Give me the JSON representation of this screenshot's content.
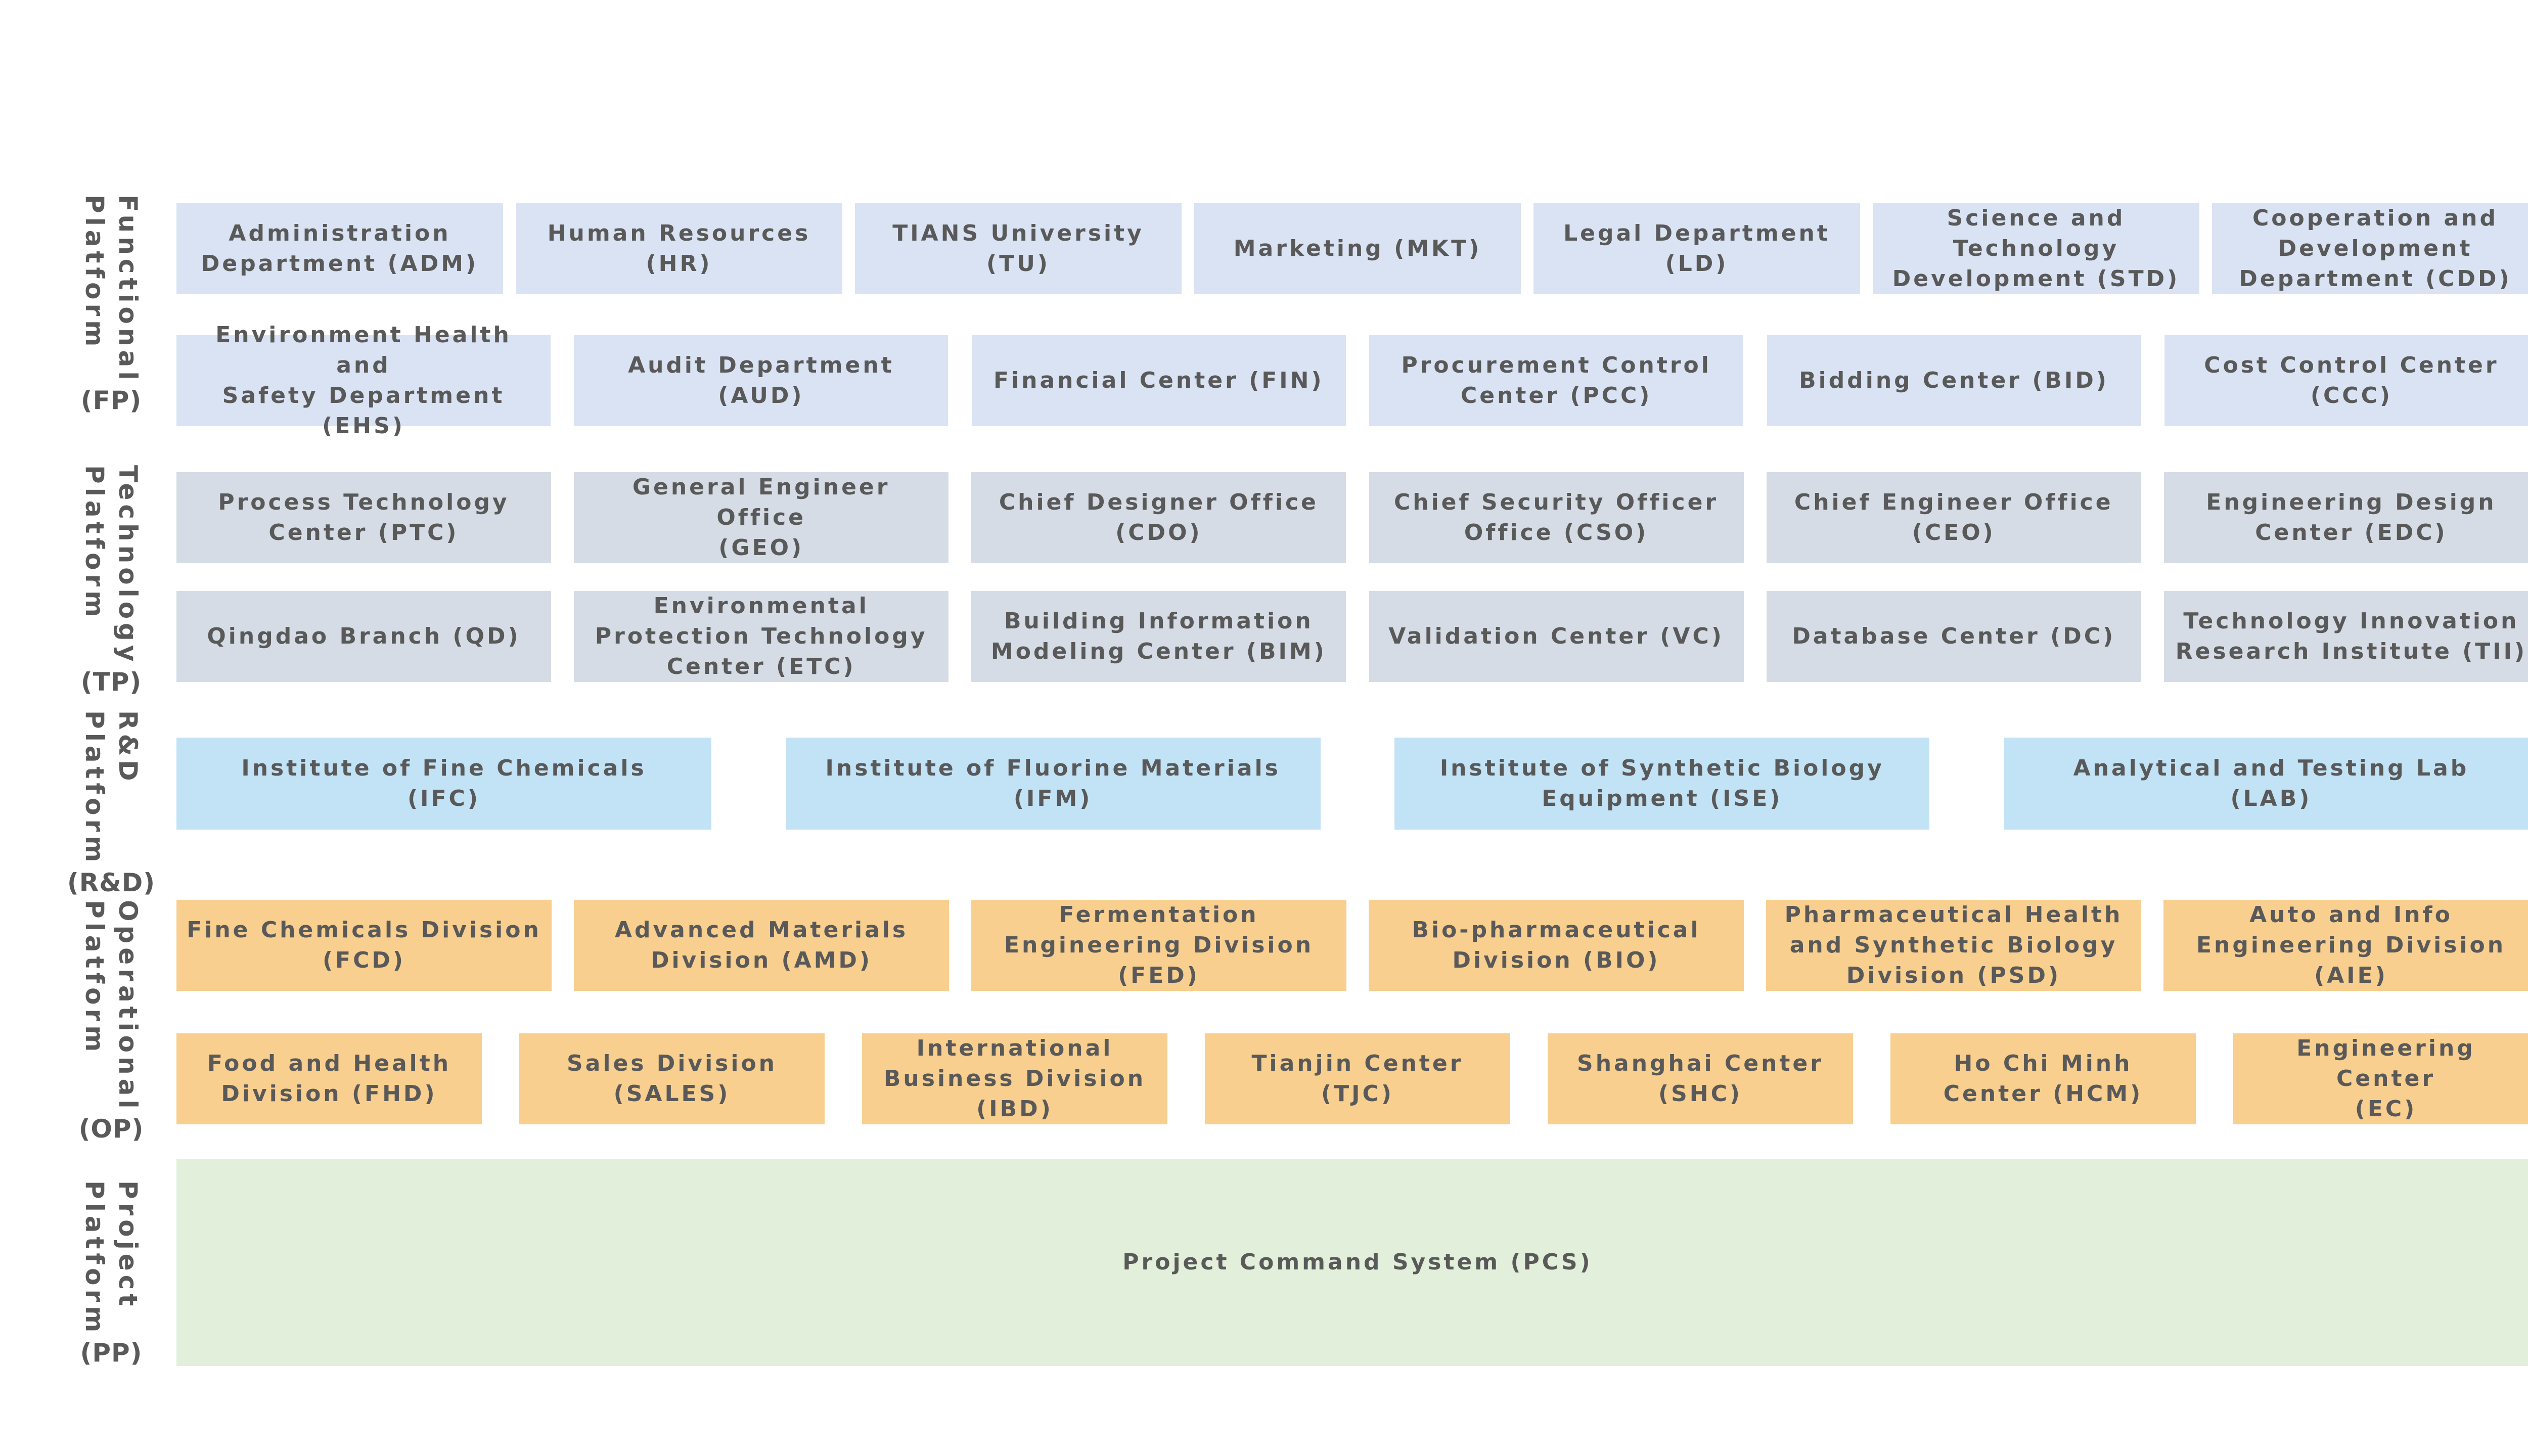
{
  "colors": {
    "functional": "#dae3f3",
    "technology": "#d6dce5",
    "rnd": "#c2e3f6",
    "operational": "#f8cf8f",
    "project": "#e2efda",
    "text": "#595959"
  },
  "platforms": [
    {
      "name": "Functional\nPlatform",
      "abbr": "(FP)"
    },
    {
      "name": "Technology\nPlatform",
      "abbr": "(TP)"
    },
    {
      "name": "R&D\nPlatform",
      "abbr": "(R&D)"
    },
    {
      "name": "Operational\nPlatform",
      "abbr": "(OP)"
    },
    {
      "name": "Project\nPlatform",
      "abbr": "(PP)"
    }
  ],
  "rows": [
    [
      "Administration\nDepartment (ADM)",
      "Human Resources\n(HR)",
      "TIANS University\n(TU)",
      "Marketing (MKT)",
      "Legal Department\n(LD)",
      "Science and\nTechnology\nDevelopment (STD)",
      "Cooperation and\nDevelopment\nDepartment (CDD)"
    ],
    [
      "Environment Health and\nSafety Department\n(EHS)",
      "Audit Department (AUD)",
      "Financial Center (FIN)",
      "Procurement Control\nCenter (PCC)",
      "Bidding Center (BID)",
      "Cost Control Center\n(CCC)"
    ],
    [
      "Process Technology\nCenter (PTC)",
      "General Engineer Office\n(GEO)",
      "Chief Designer Office\n(CDO)",
      "Chief Security Officer\nOffice (CSO)",
      "Chief Engineer Office\n(CEO)",
      "Engineering Design\nCenter (EDC)"
    ],
    [
      "Qingdao Branch (QD)",
      "Environmental\nProtection Technology\nCenter (ETC)",
      "Building Information\nModeling Center (BIM)",
      "Validation Center (VC)",
      "Database Center (DC)",
      "Technology Innovation\nResearch Institute (TII)"
    ],
    [
      "Institute of Fine Chemicals\n(IFC)",
      "Institute of Fluorine Materials\n(IFM)",
      "Institute of Synthetic Biology\nEquipment (ISE)",
      "Analytical and Testing Lab\n(LAB)"
    ],
    [
      "Fine Chemicals Division\n(FCD)",
      "Advanced Materials\nDivision (AMD)",
      "Fermentation\nEngineering Division\n(FED)",
      "Bio-pharmaceutical\nDivision (BIO)",
      "Pharmaceutical Health\nand Synthetic Biology\nDivision (PSD)",
      "Auto and Info\nEngineering Division\n(AIE)"
    ],
    [
      "Food and Health\nDivision (FHD)",
      "Sales Division\n(SALES)",
      "International\nBusiness Division\n(IBD)",
      "Tianjin Center\n(TJC)",
      "Shanghai Center\n(SHC)",
      "Ho Chi Minh\nCenter (HCM)",
      "Engineering Center\n(EC)"
    ],
    [
      "Project Command System (PCS)"
    ]
  ]
}
